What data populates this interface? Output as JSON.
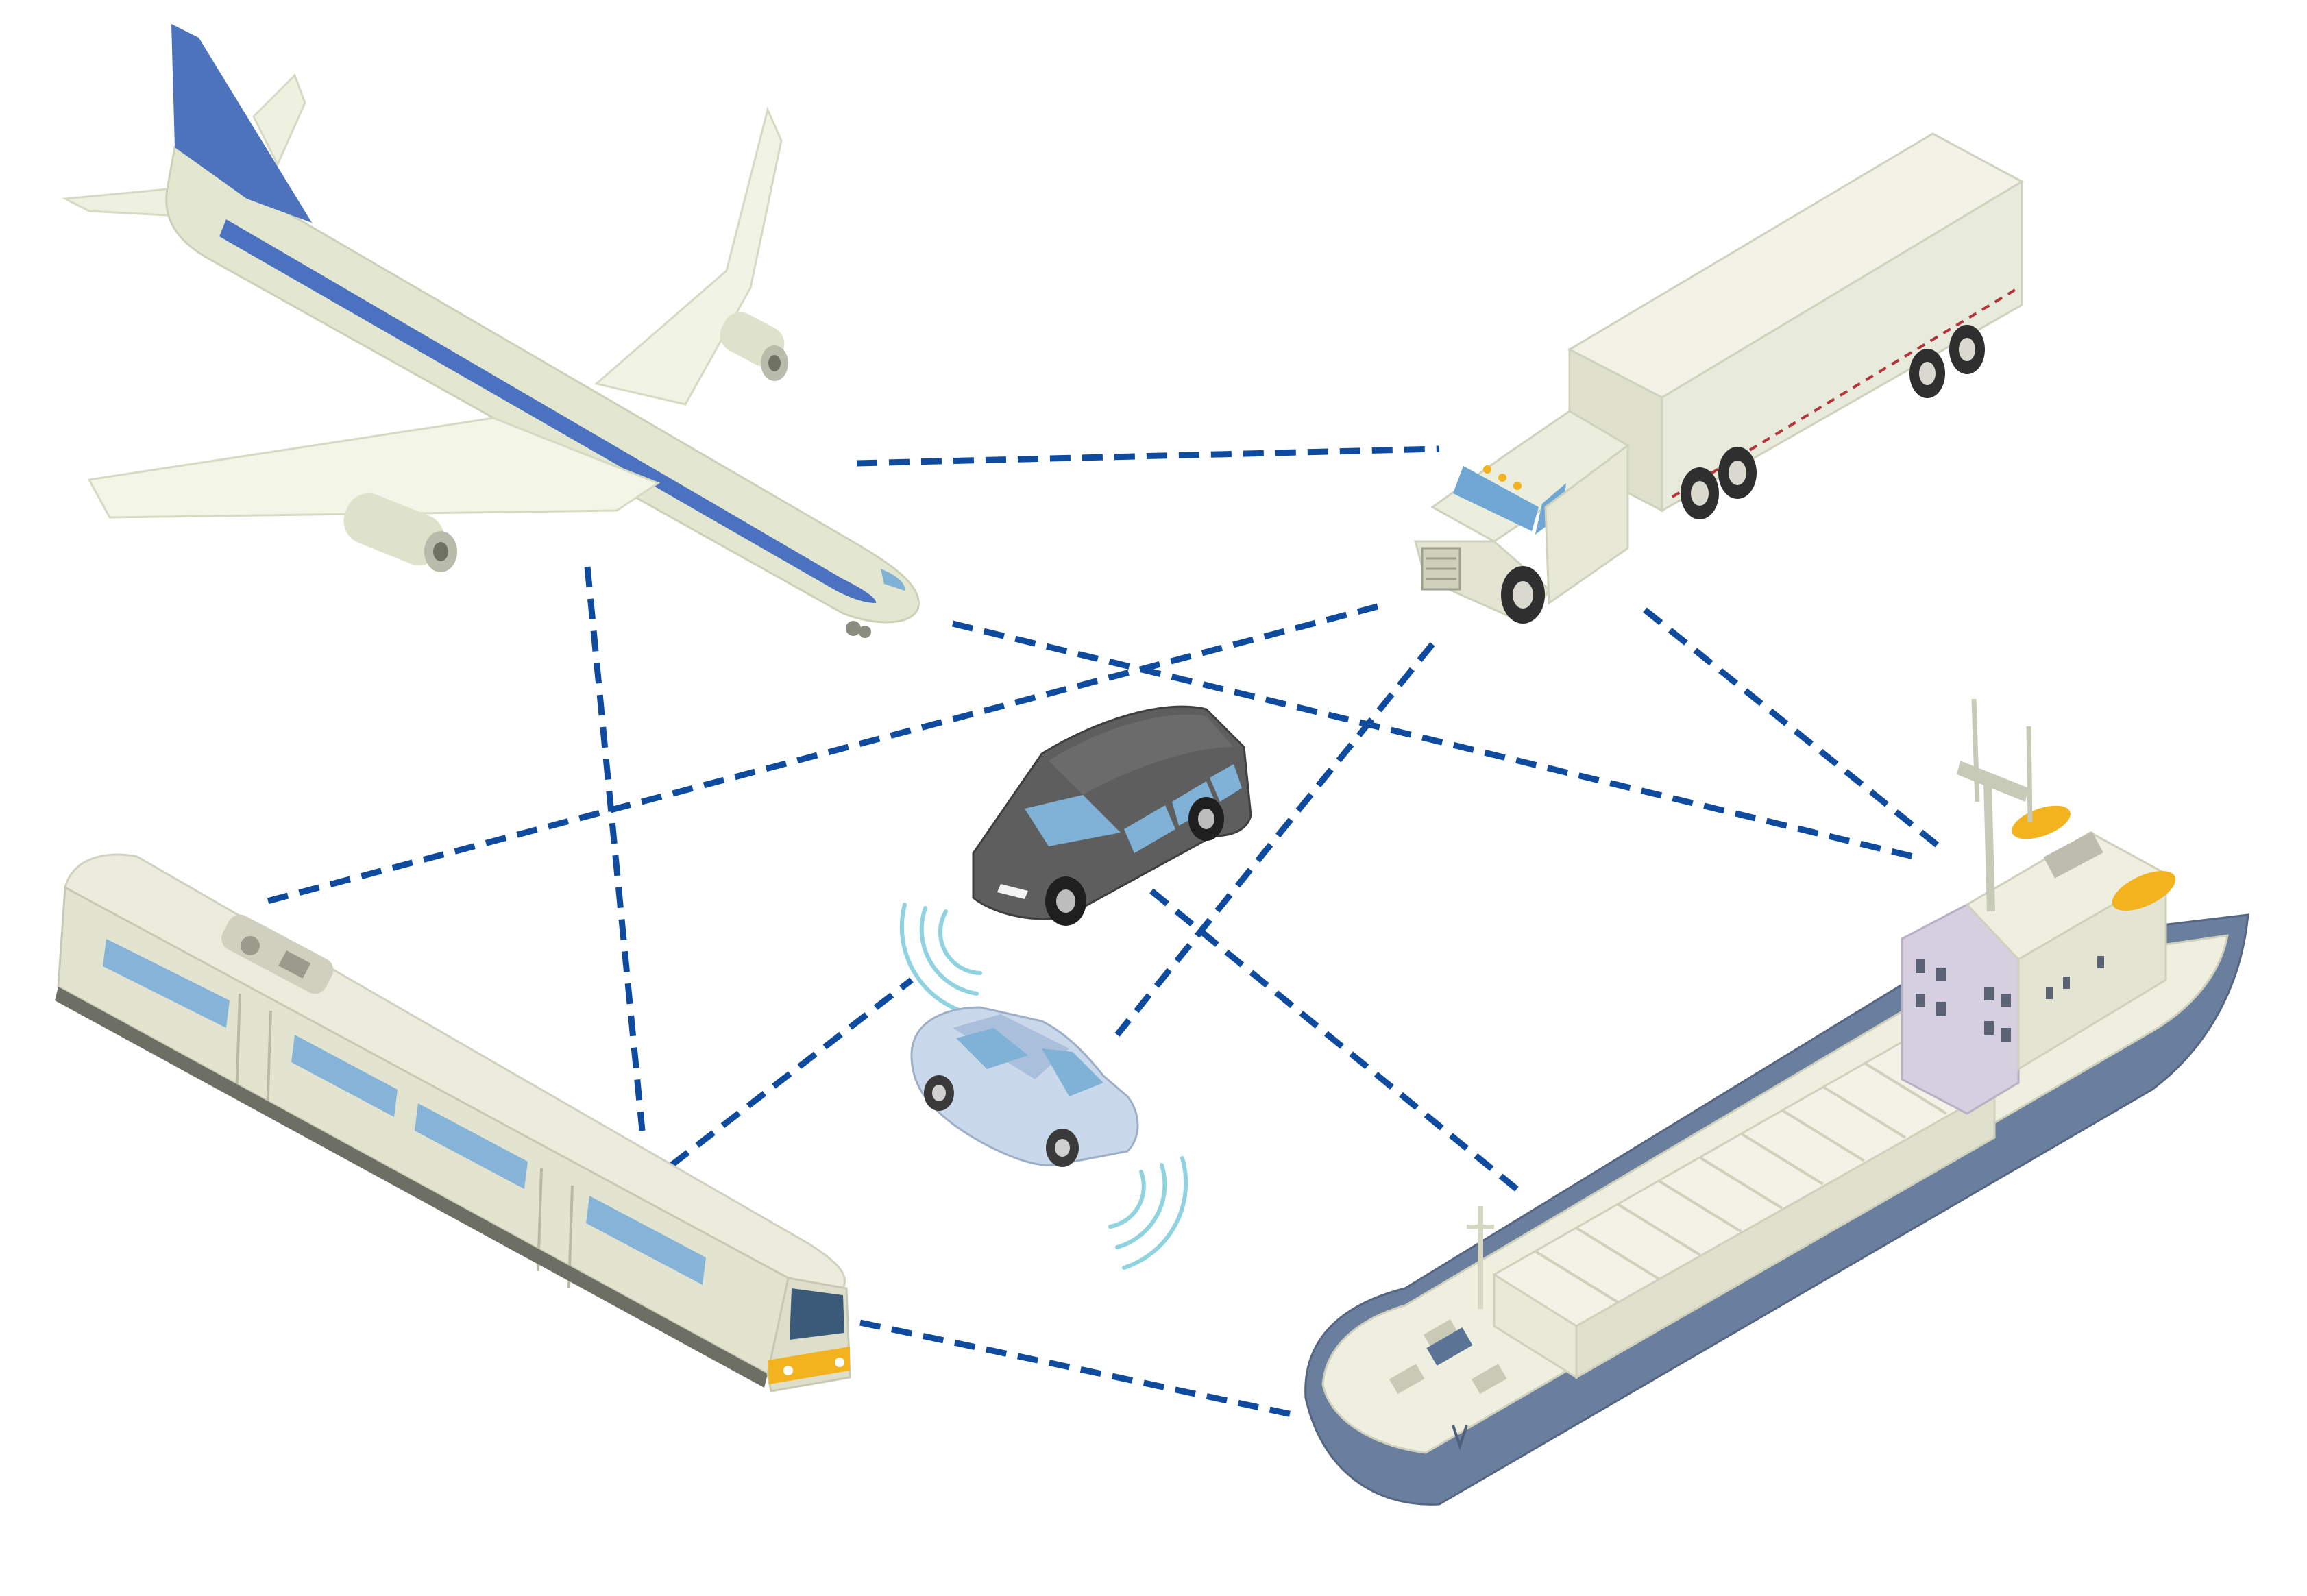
{
  "diagram": {
    "kind": "transport-network",
    "nodes": [
      {
        "id": "airplane",
        "icon": "airplane-icon"
      },
      {
        "id": "truck",
        "icon": "truck-icon"
      },
      {
        "id": "train",
        "icon": "train-icon"
      },
      {
        "id": "ship",
        "icon": "cargo-ship-icon"
      },
      {
        "id": "minivan",
        "icon": "minivan-icon"
      },
      {
        "id": "sedan",
        "icon": "sedan-icon"
      }
    ],
    "links": [
      [
        "airplane",
        "truck"
      ],
      [
        "airplane",
        "train"
      ],
      [
        "airplane",
        "ship"
      ],
      [
        "truck",
        "train"
      ],
      [
        "truck",
        "sedan"
      ],
      [
        "truck",
        "ship"
      ],
      [
        "train",
        "sedan"
      ],
      [
        "train",
        "ship"
      ],
      [
        "minivan",
        "ship"
      ]
    ],
    "colors": {
      "link": "#0e4a9e",
      "signal": "#8fd3e0",
      "vehicle_body": "#e6e8d4",
      "airplane_stripe": "#4a72c0",
      "ship_hull": "#6a7e9e",
      "window": "#7fb2d6",
      "minivan": "#5e5e5e",
      "sedan": "#c9d8ea",
      "accent": "#f3b31f"
    }
  }
}
